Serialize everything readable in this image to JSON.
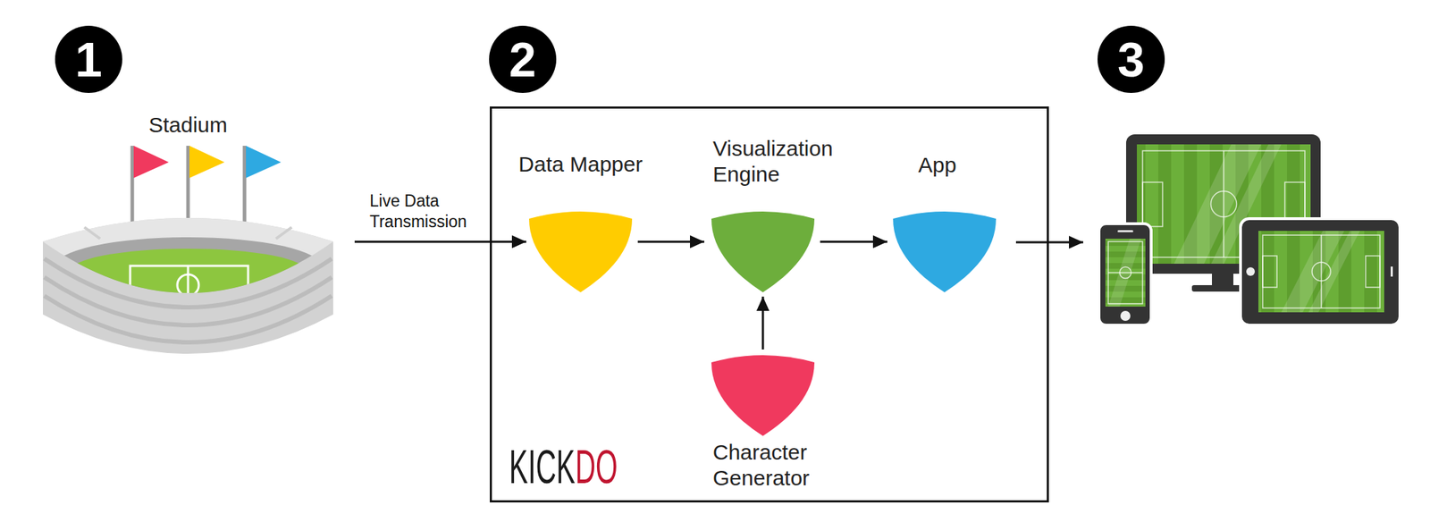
{
  "diagram": {
    "nodes": [
      {
        "text": [
          "Stadium"
        ]
      },
      {
        "text": [
          "KICKDO"
        ]
      },
      {
        "text": [
          "Data Mapper"
        ],
        "in": 1
      },
      {
        "text": [
          "Visualization Engine"
        ],
        "in": 1
      },
      {
        "text": [
          "App"
        ],
        "in": 1
      },
      {
        "text": [
          "Character Generator"
        ],
        "in": 1
      }
    ],
    "edges": [
      {
        "from": 0,
        "to": 2,
        "arrow": "to",
        "label": "Live Data Transmission"
      },
      {
        "from": 2,
        "to": 3,
        "arrow": "to"
      },
      {
        "from": 3,
        "to": 4,
        "arrow": "to"
      },
      {
        "from": 5,
        "to": 3,
        "arrow": "to"
      }
    ],
    "labels": [
      "1",
      "2",
      "3"
    ]
  }
}
